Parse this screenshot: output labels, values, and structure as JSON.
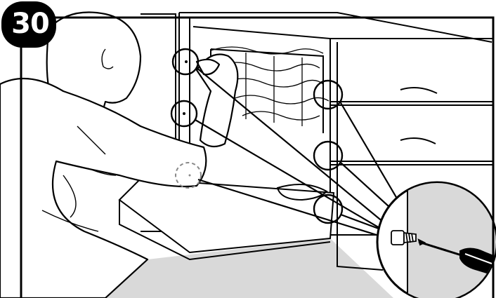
{
  "step": {
    "number": "30"
  },
  "illustration": {
    "subject": "technician-person",
    "callout_count": 6,
    "colors": {
      "line": "#000000",
      "floor": "#d9d9d9",
      "badge": "#000000",
      "badge_text": "#ffffff",
      "magnified_bg": "#ffffff",
      "dashed": "#888888"
    },
    "icons": [
      "screw-icon",
      "screwdriver-icon"
    ]
  }
}
